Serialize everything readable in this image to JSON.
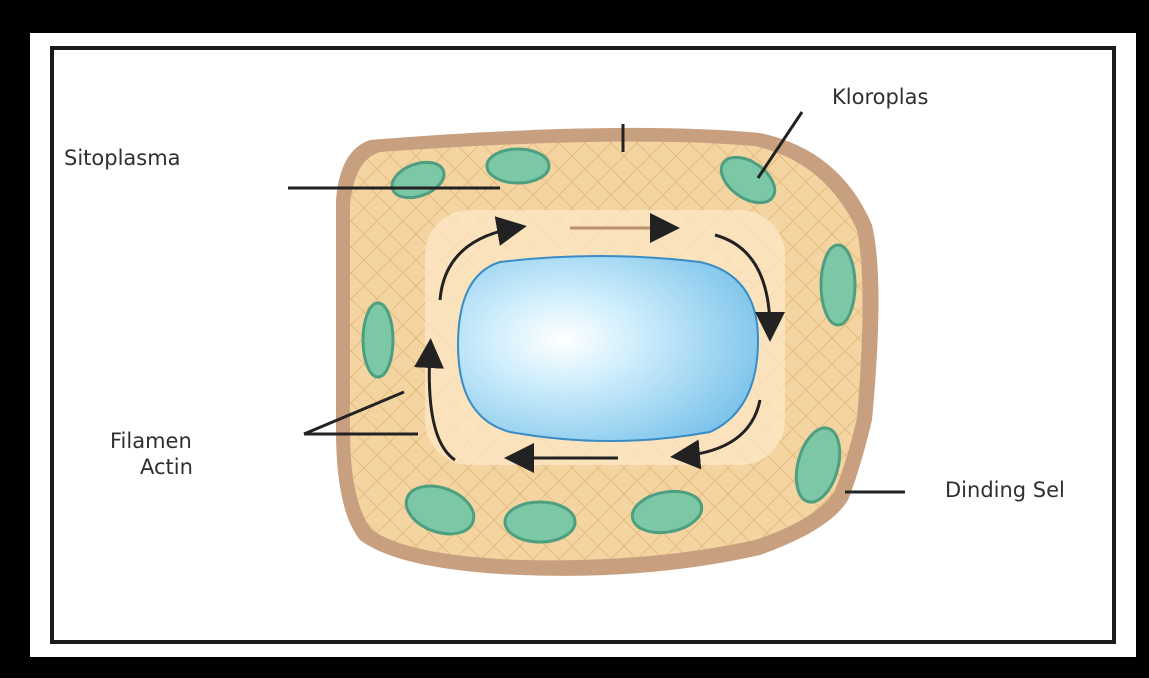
{
  "labels": {
    "sitoplasma": "Sitoplasma",
    "kloroplas": "Kloroplas",
    "filamen_actin_line1": "Filamen",
    "filamen_actin_line2": "Actin",
    "dinding_sel": "Dinding Sel"
  },
  "colors": {
    "background": "#000000",
    "panel": "#ffffff",
    "cell_wall": "#c9a07f",
    "cytoplasm": "#f4d5a2",
    "chloroplast": "#7cc8a6",
    "vacuole": "#a9dcf5",
    "arrow": "#222222"
  }
}
